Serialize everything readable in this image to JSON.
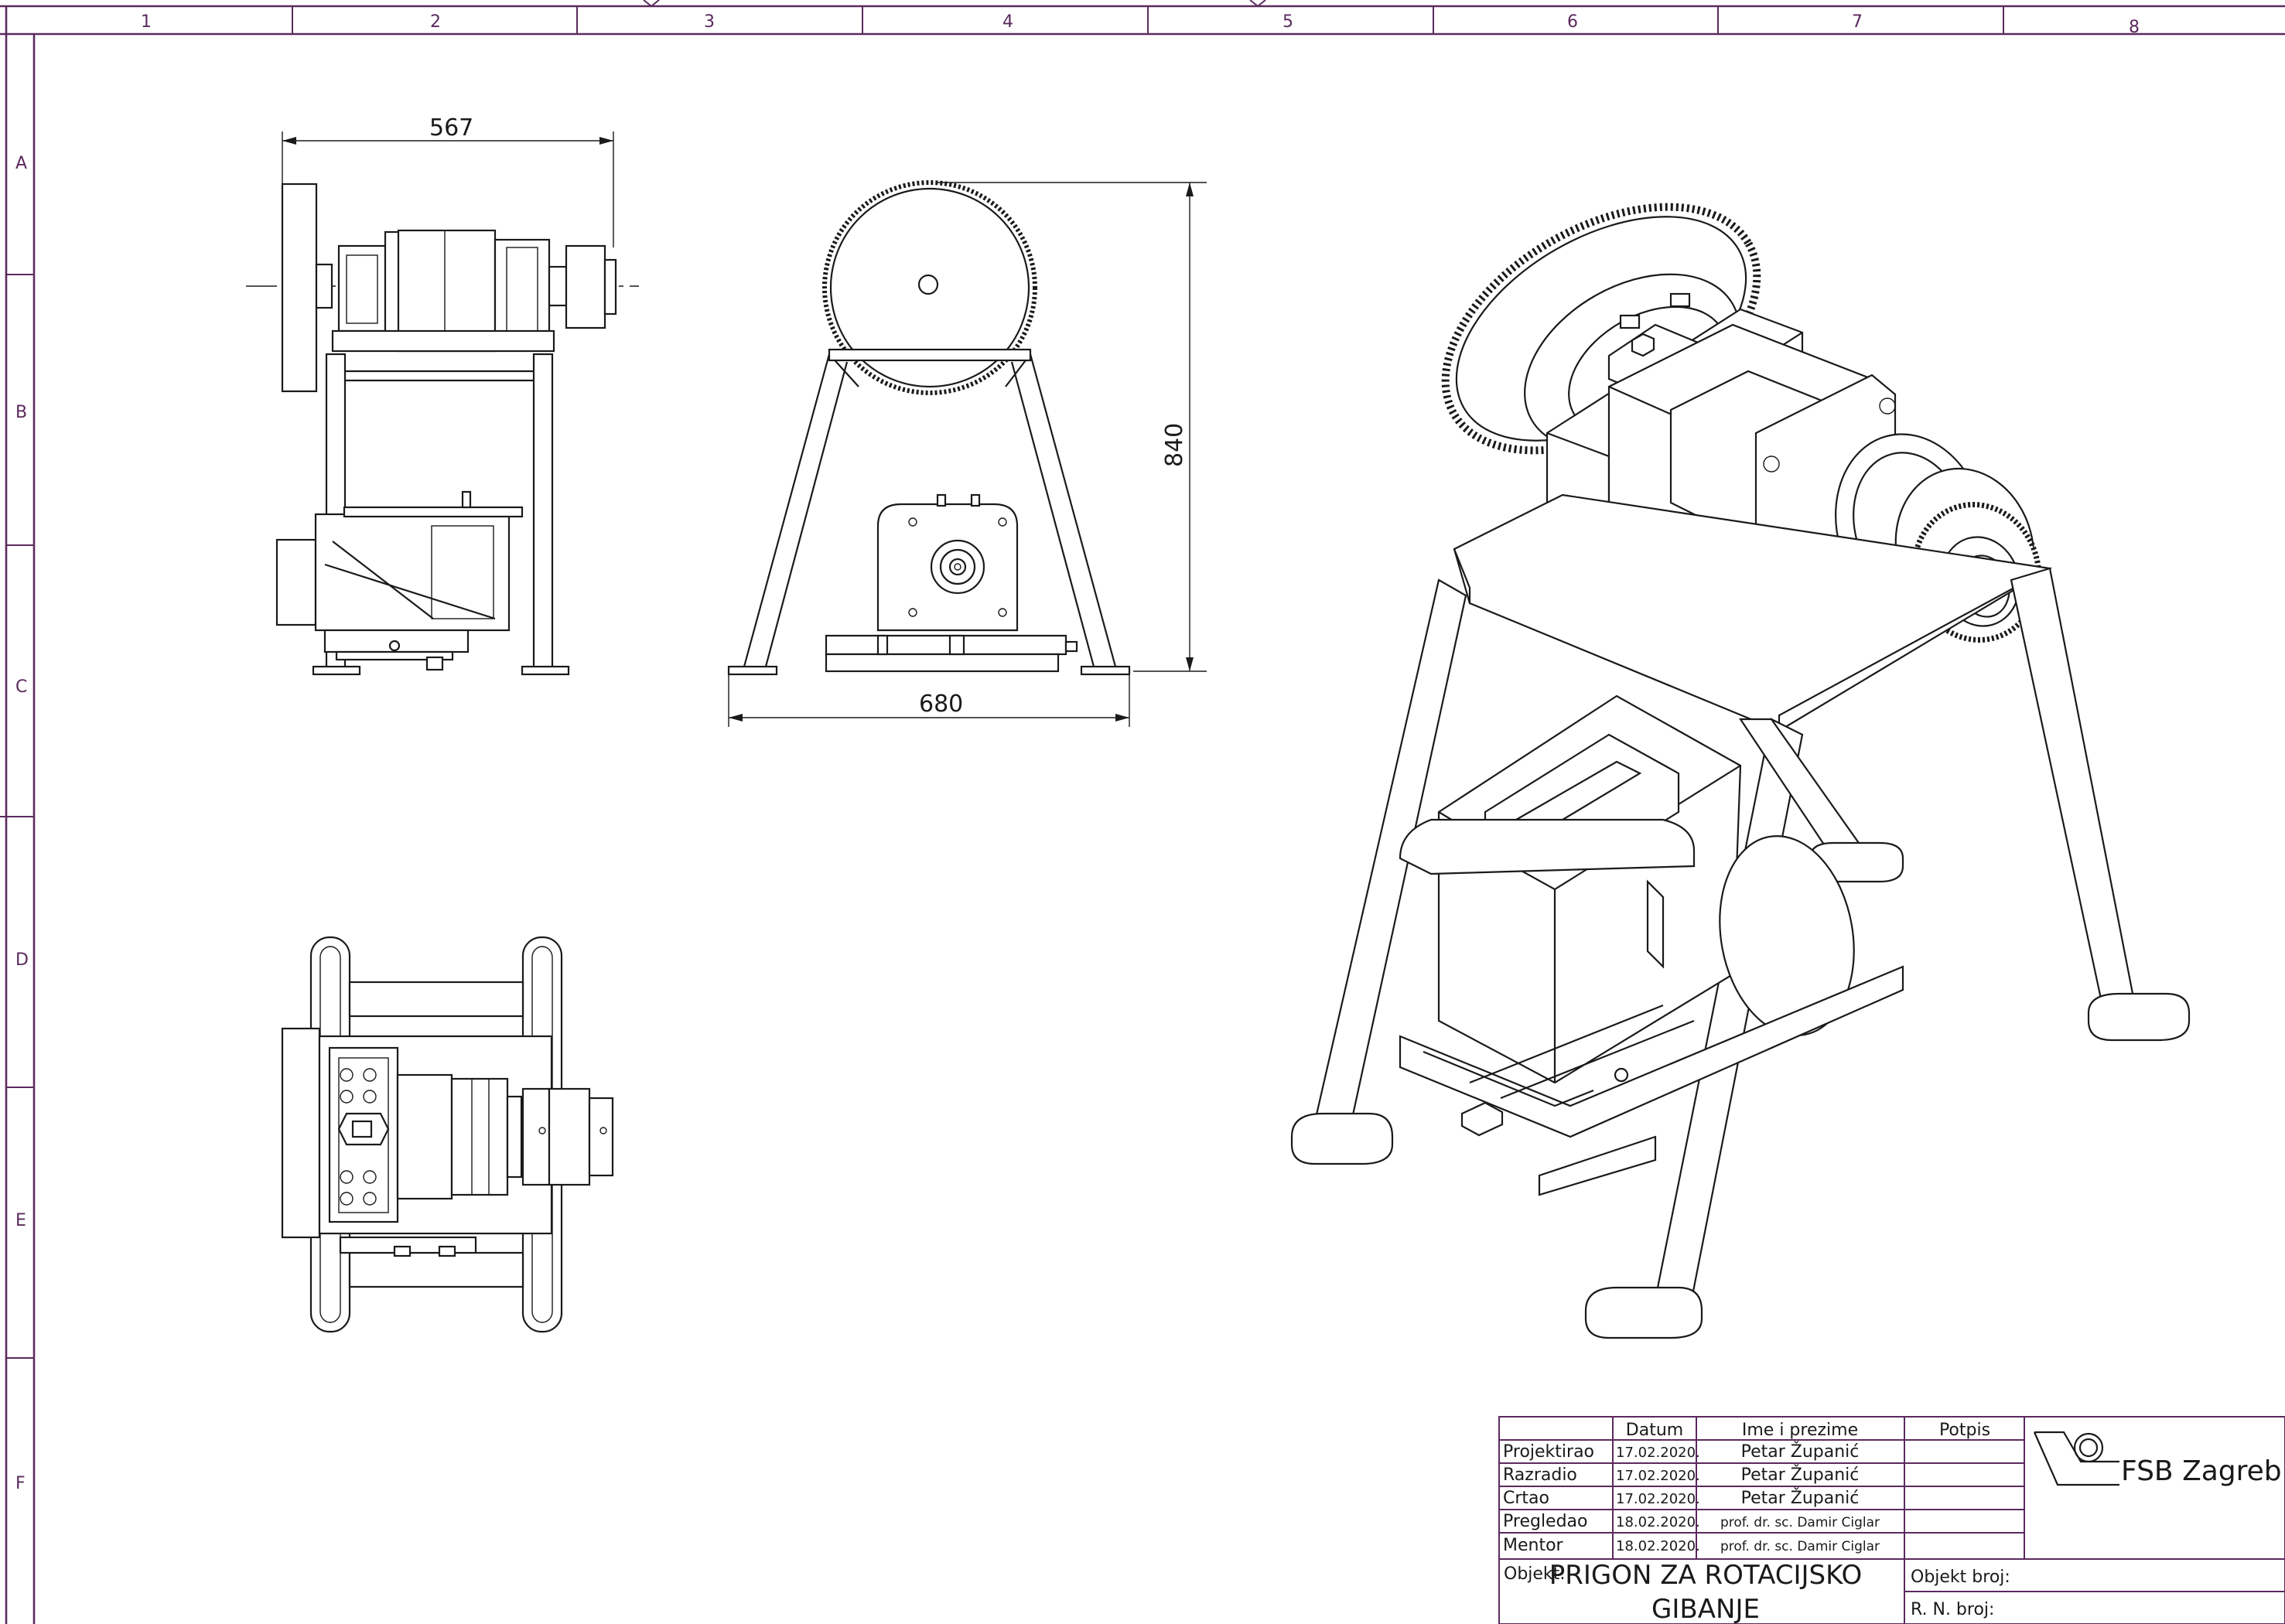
{
  "zones": {
    "columns": [
      "1",
      "2",
      "3",
      "4",
      "5",
      "6",
      "7",
      "8"
    ],
    "rows": [
      "A",
      "B",
      "C",
      "D",
      "E",
      "F"
    ]
  },
  "dimensions": {
    "side_width": "567",
    "front_width": "680",
    "front_height": "840"
  },
  "title_block": {
    "headers": {
      "date": "Datum",
      "name": "Ime i prezime",
      "signature": "Potpis"
    },
    "rows": [
      {
        "role": "Projektirao",
        "date": "17.02.2020.",
        "name": "Petar Županić"
      },
      {
        "role": "Razradio",
        "date": "17.02.2020.",
        "name": "Petar Županić"
      },
      {
        "role": "Crtao",
        "date": "17.02.2020.",
        "name": "Petar Županić"
      },
      {
        "role": "Pregledao",
        "date": "18.02.2020.",
        "name": "prof. dr. sc. Damir Ciglar"
      },
      {
        "role": "Mentor",
        "date": "18.02.2020.",
        "name": "prof. dr. sc. Damir Ciglar"
      }
    ],
    "institution": "FSB Zagreb",
    "object_label": "Objekt:",
    "object_title_line1": "PRIGON ZA ROTACIJSKO",
    "object_title_line2": "GIBANJE",
    "object_number_label": "Objekt broj:",
    "rn_number_label": "R. N. broj:"
  }
}
